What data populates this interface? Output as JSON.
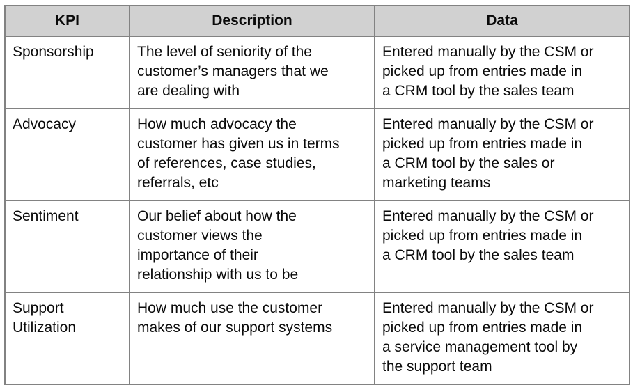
{
  "table": {
    "headers": [
      "KPI",
      "Description",
      "Data"
    ],
    "rows": [
      {
        "kpi": "Sponsorship",
        "description": "The level of seniority of the\ncustomer’s managers that we\nare dealing with",
        "data": "Entered manually by the CSM or\npicked up from entries made in\na CRM tool by the sales team"
      },
      {
        "kpi": "Advocacy",
        "description": "How much advocacy the\ncustomer has given us in terms\nof references, case studies,\nreferrals, etc",
        "data": "Entered manually by the CSM or\npicked up from entries made in\na CRM tool by the sales or\nmarketing teams"
      },
      {
        "kpi": "Sentiment",
        "description": "Our belief about how the\ncustomer views the\nimportance of their\nrelationship with us to be",
        "data": "Entered manually by the CSM or\npicked up from entries made in\na CRM tool by the sales team"
      },
      {
        "kpi": "Support\nUtilization",
        "description": "How much use the customer\nmakes of our support systems",
        "data": "Entered manually by the CSM or\npicked up from entries made in\na service management tool by\nthe support team"
      }
    ],
    "colors": {
      "header_background": "#d1d1d1",
      "border": "#828282",
      "text": "#0a0a0a",
      "page_background": "#ffffff"
    }
  }
}
